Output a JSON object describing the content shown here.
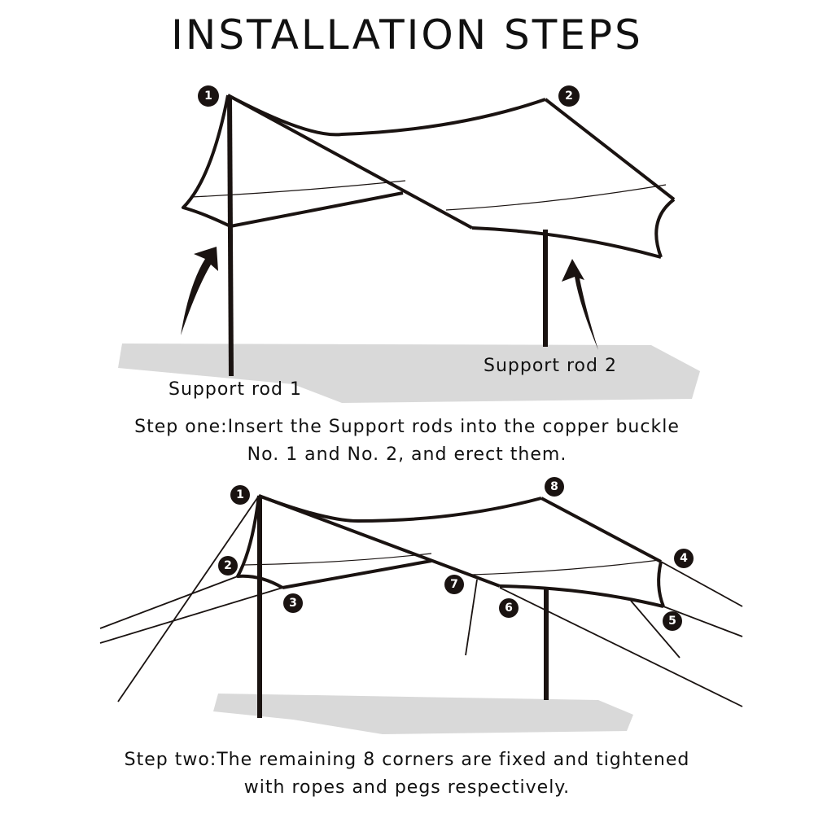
{
  "title": "INSTALLATION STEPS",
  "step1": {
    "corner_numbers": [
      "1",
      "2"
    ],
    "rod1_label": "Support rod 1",
    "rod2_label": "Support rod 2",
    "caption_line1": "Step one:Insert the Support rods into the copper buckle",
    "caption_line2": "No. 1 and No. 2, and erect them."
  },
  "step2": {
    "corner_numbers": [
      "1",
      "8",
      "2",
      "3",
      "7",
      "6",
      "4",
      "5"
    ],
    "caption_line1": "Step two:The remaining 8 corners are fixed and tightened",
    "caption_line2": "with ropes and pegs respectively."
  },
  "colors": {
    "line": "#1a1311",
    "ground": "#d9d9d9",
    "badge": "#1a1311"
  }
}
